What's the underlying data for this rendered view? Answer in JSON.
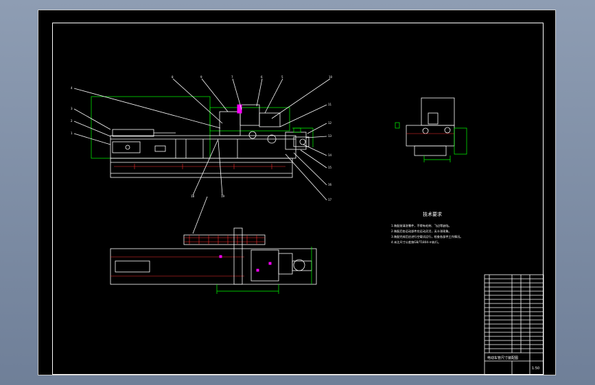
{
  "drawing": {
    "notes_title": "技术要求",
    "notes_lines": [
      "1.装配前清洗零件，不得有毛刺、飞边等缺陷。",
      "2.装配后各运动部件应运动灵活，无卡滞现象。",
      "3.装配完成后应进行空载试运行，检查各部件工作情况。",
      "4.未注尺寸公差按GB/T1804-m执行。"
    ],
    "title_block": {
      "drawing_name": "电动车管尺寸装配图",
      "scale": "1:50"
    }
  }
}
